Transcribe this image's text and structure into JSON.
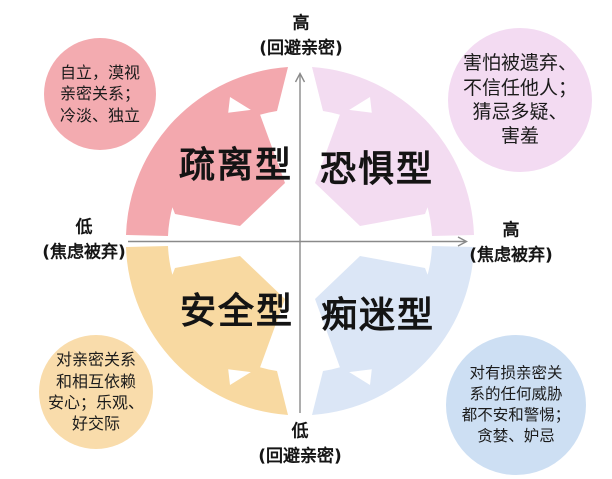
{
  "diagram": {
    "type": "attachment-styles-quadrant",
    "axis_color": "#8a8a8a",
    "axes": {
      "top": "高\n(回避亲密)",
      "bottom": "低\n(回避亲密)",
      "left": "低\n(焦虑被弃)",
      "right": "高\n(焦虑被弃)"
    },
    "quadrants": {
      "dismissive": {
        "label": "疏离型",
        "color": "#f3a8ae"
      },
      "fearful": {
        "label": "恐惧型",
        "color": "#f3dcf1"
      },
      "secure": {
        "label": "安全型",
        "color": "#f8d9a1"
      },
      "preoccupied": {
        "label": "痴迷型",
        "color": "#dbe6f6"
      }
    },
    "notes": {
      "dismissive": {
        "text": "自立，漠视\n亲密关系；\n冷淡、独立",
        "color": "#f3abb0"
      },
      "fearful": {
        "text": "害怕被遗弃、\n不信任他人；\n猜忌多疑、\n害羞",
        "color": "#f3dbf2"
      },
      "secure": {
        "text": "对亲密关系\n和相互依赖\n安心；乐观、\n好交际",
        "color": "#f9dcab"
      },
      "preoccupied": {
        "text": "对有损亲密关\n系的任何威胁\n都不安和警惕；\n贪婪、妒忌",
        "color": "#cddff3"
      }
    }
  }
}
